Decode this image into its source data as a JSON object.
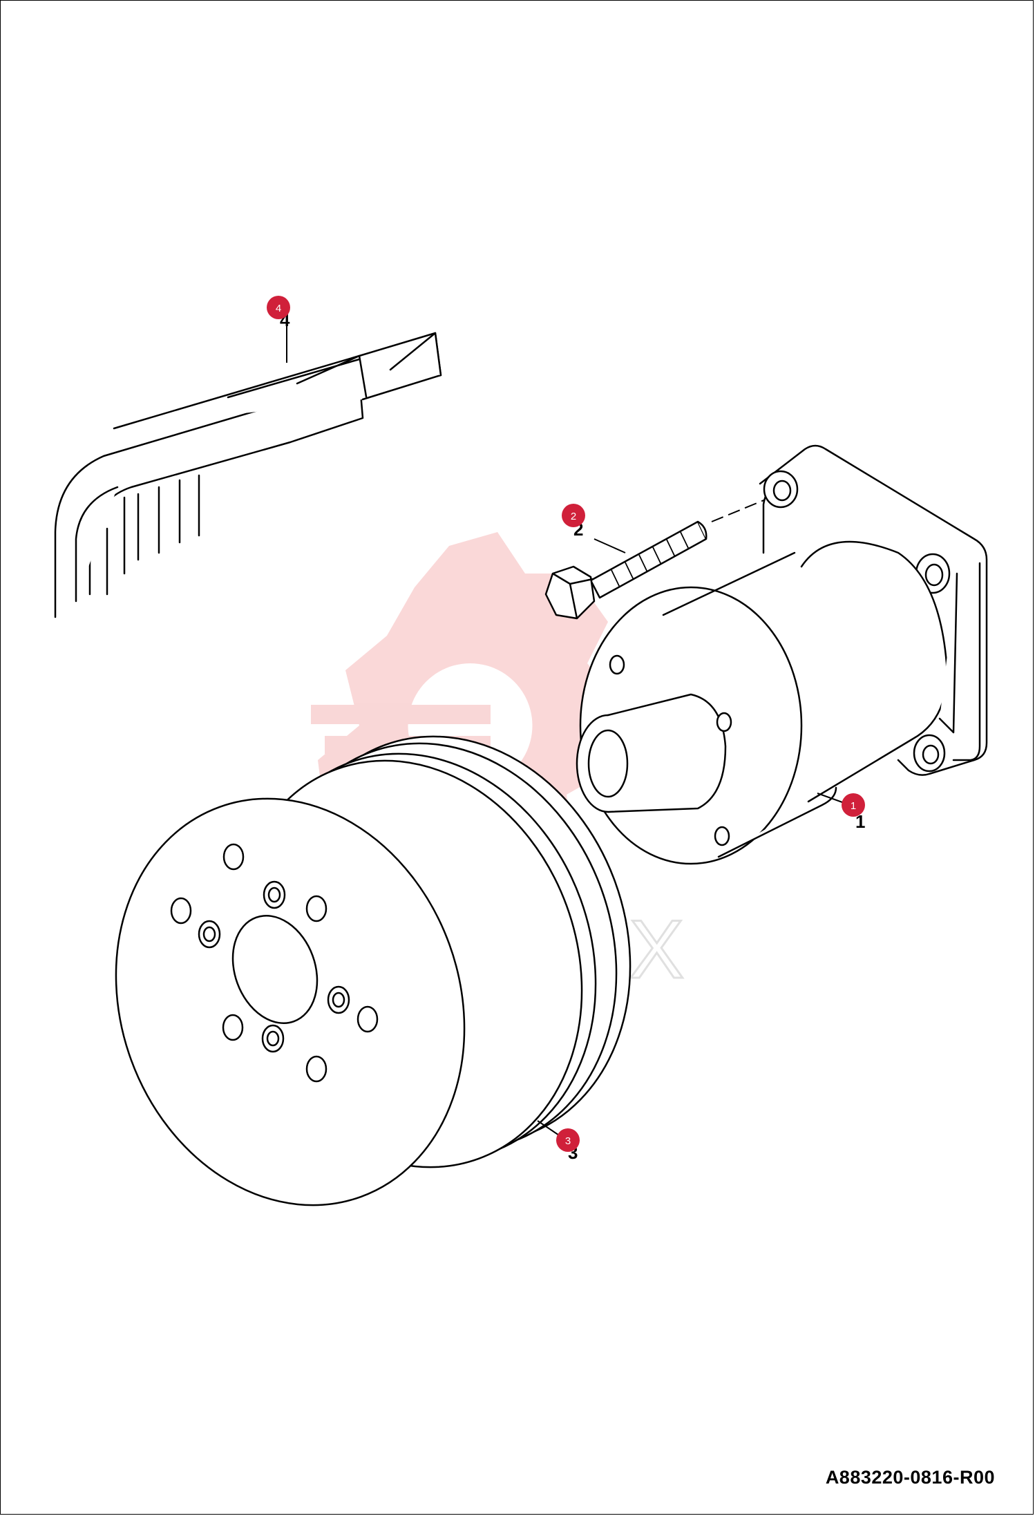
{
  "drawing": {
    "code": "A883220-0816-R00",
    "watermark_text": "ИНТЕХ",
    "callouts": [
      {
        "id": "1",
        "label": "1",
        "marker": "1"
      },
      {
        "id": "2",
        "label": "2",
        "marker": "2"
      },
      {
        "id": "3",
        "label": "3",
        "marker": "3"
      },
      {
        "id": "4",
        "label": "4",
        "marker": "4"
      }
    ]
  },
  "colors": {
    "line": "#000000",
    "marker": "#d0203a",
    "marker_text": "#ffffff",
    "watermark": "#f5b8b8"
  }
}
